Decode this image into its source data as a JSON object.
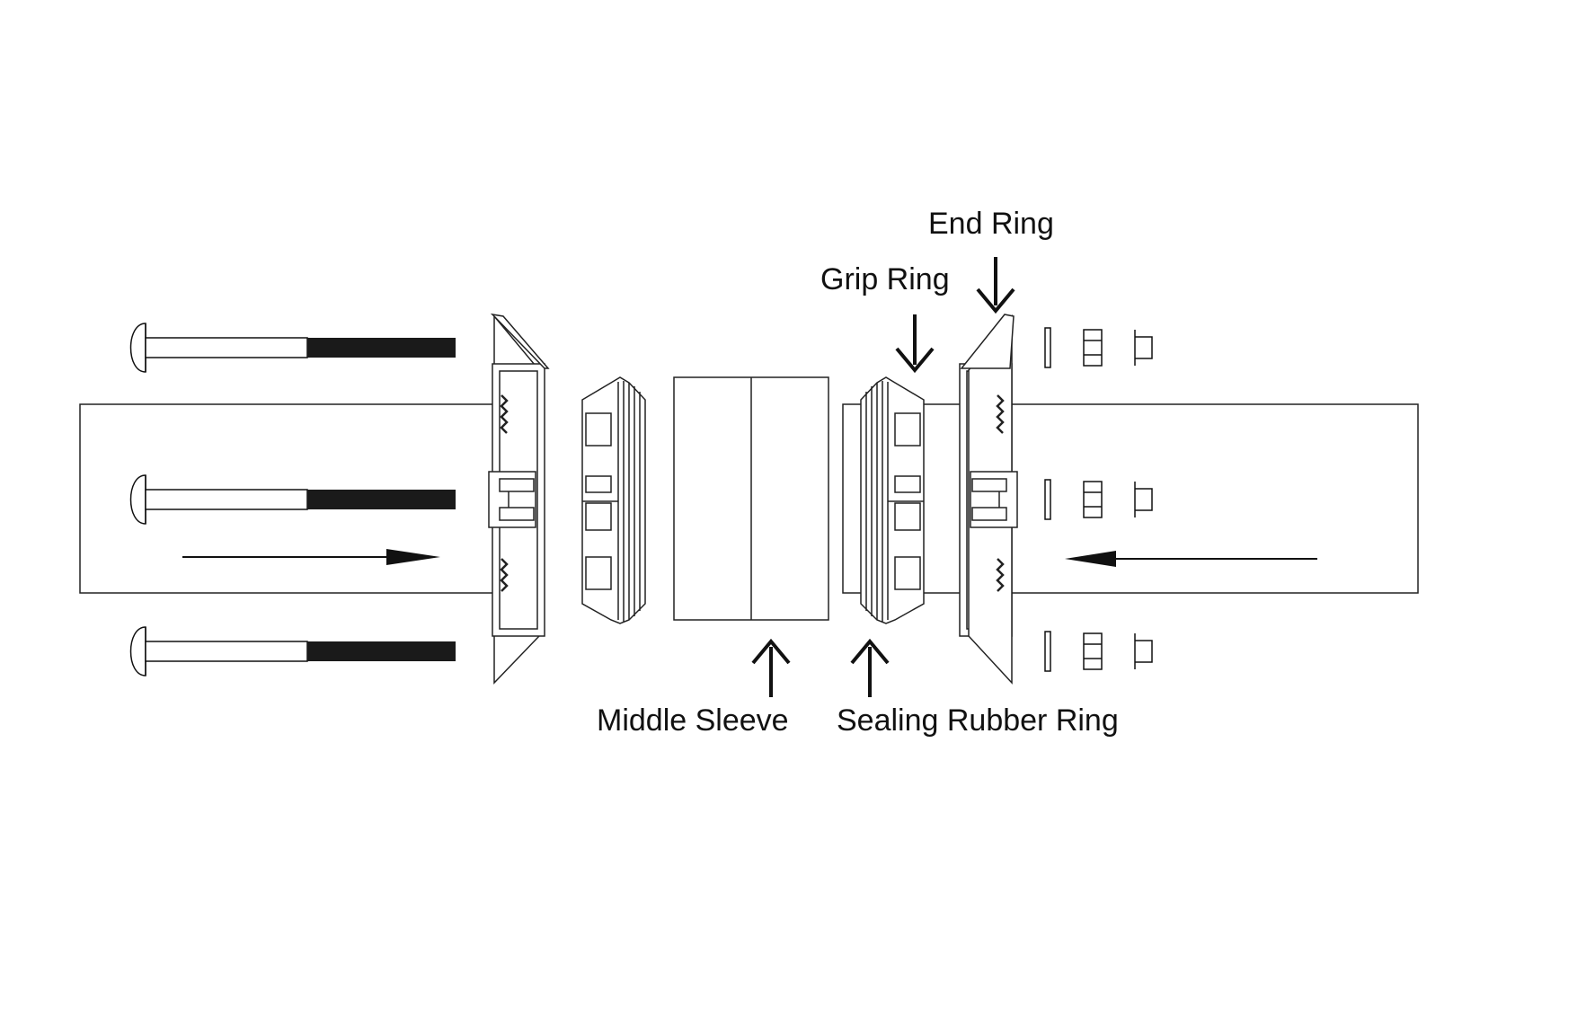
{
  "diagram": {
    "labels": {
      "end_ring": "End Ring",
      "grip_ring": "Grip Ring",
      "middle_sleeve": "Middle Sleeve",
      "sealing_rubber_ring": "Sealing Rubber Ring"
    },
    "bolts": [
      {
        "name": "bolt-top"
      },
      {
        "name": "bolt-middle"
      },
      {
        "name": "bolt-bottom"
      }
    ],
    "nut_sets": [
      {
        "name": "nut-set-top"
      },
      {
        "name": "nut-set-middle"
      },
      {
        "name": "nut-set-bottom"
      }
    ],
    "colors": {
      "line": "#111111",
      "background": "#ffffff",
      "thread": "#1a1a1a"
    }
  }
}
